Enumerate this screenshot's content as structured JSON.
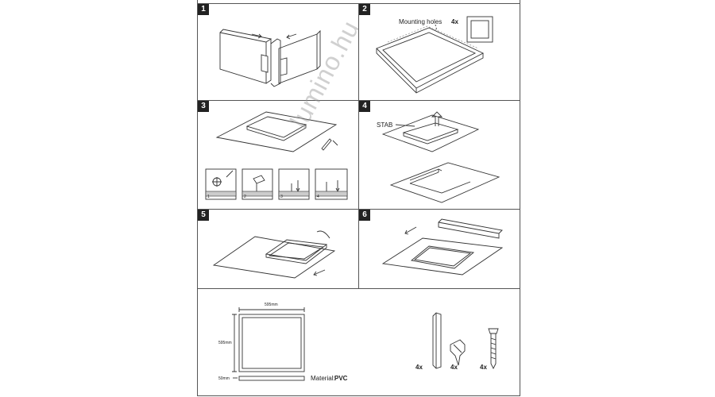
{
  "steps": [
    {
      "number": "1"
    },
    {
      "number": "2",
      "label_text": "Mounting holes",
      "label_qty": "4x"
    },
    {
      "number": "3",
      "substeps": [
        "1",
        "2",
        "3",
        "4"
      ]
    },
    {
      "number": "4",
      "label": "STAB"
    },
    {
      "number": "5"
    },
    {
      "number": "6"
    }
  ],
  "spec": {
    "width_label": "595mm",
    "height_label": "595mm",
    "depth_label": "50mm",
    "material_label": "Material:",
    "material_value": "PVC",
    "parts": [
      {
        "name": "corner-profile",
        "qty": "4x"
      },
      {
        "name": "wall-plug",
        "qty": "4x"
      },
      {
        "name": "screw",
        "qty": "4x"
      }
    ]
  },
  "watermark": "lumino.hu",
  "colors": {
    "line": "#333333",
    "border": "#555555",
    "badge": "#222222"
  }
}
